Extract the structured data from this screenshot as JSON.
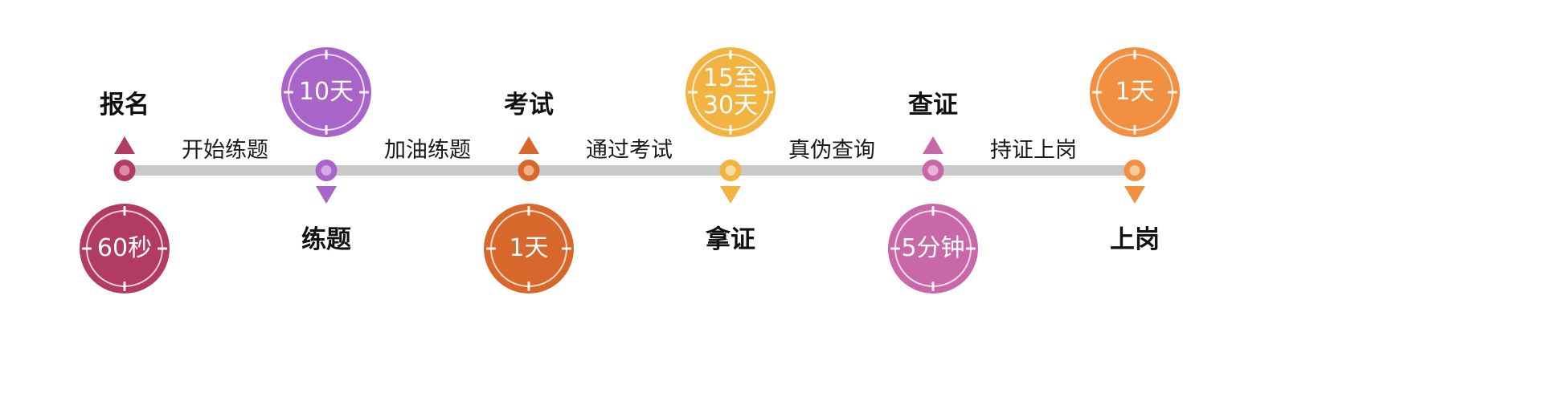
{
  "page": {
    "background": "#ffffff"
  },
  "timeline": {
    "bar_color": "#c9c9c9",
    "segments": [
      {
        "label": "开始练题"
      },
      {
        "label": "加油练题"
      },
      {
        "label": "通过考试"
      },
      {
        "label": "真伪查询"
      },
      {
        "label": "持证上岗"
      }
    ],
    "nodes": [
      {
        "label": "报名",
        "duration": "60秒",
        "badge_position": "below",
        "color": "#b13b62",
        "accent_light": "#d98aa6"
      },
      {
        "label": "练题",
        "duration": "10天",
        "badge_position": "above",
        "color": "#a864c9",
        "accent_light": "#d0a9e5"
      },
      {
        "label": "考试",
        "duration": "1天",
        "badge_position": "below",
        "color": "#d8672c",
        "accent_light": "#eeb18a"
      },
      {
        "label": "拿证",
        "duration": "15至\n30天",
        "badge_position": "above",
        "color": "#f3b340",
        "accent_light": "#f9dda0"
      },
      {
        "label": "查证",
        "duration": "5分钟",
        "badge_position": "below",
        "color": "#c968a8",
        "accent_light": "#e5b3d3"
      },
      {
        "label": "上岗",
        "duration": "1天",
        "badge_position": "above",
        "color": "#f09040",
        "accent_light": "#f8cb9d"
      }
    ]
  }
}
